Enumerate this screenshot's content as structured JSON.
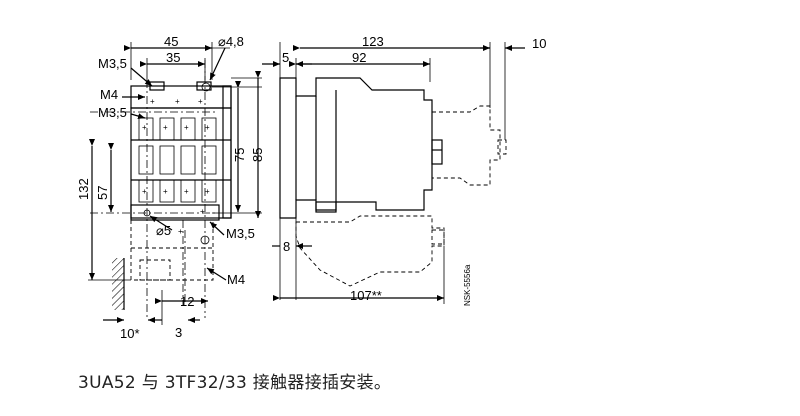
{
  "dimensions": {
    "w45": "45",
    "dia48": "⌀4,8",
    "w35": "35",
    "m35_top": "M3,5",
    "m4_top": "M4",
    "m35_mid": "M3,5",
    "h75": "75",
    "h85": "85",
    "h132": "132",
    "h57": "57",
    "dia5": "⌀5",
    "m35_bot": "M3,5",
    "m4_bot": "M4",
    "w12": "12",
    "w10star": "10*",
    "w3": "3",
    "s5": "5",
    "s123": "123",
    "s92": "92",
    "s10": "10",
    "s8": "8",
    "s107": "107**"
  },
  "drawing_code": "NSK-5556a",
  "caption": "3UA52 与 3TF32/33 接触器接插安装。"
}
